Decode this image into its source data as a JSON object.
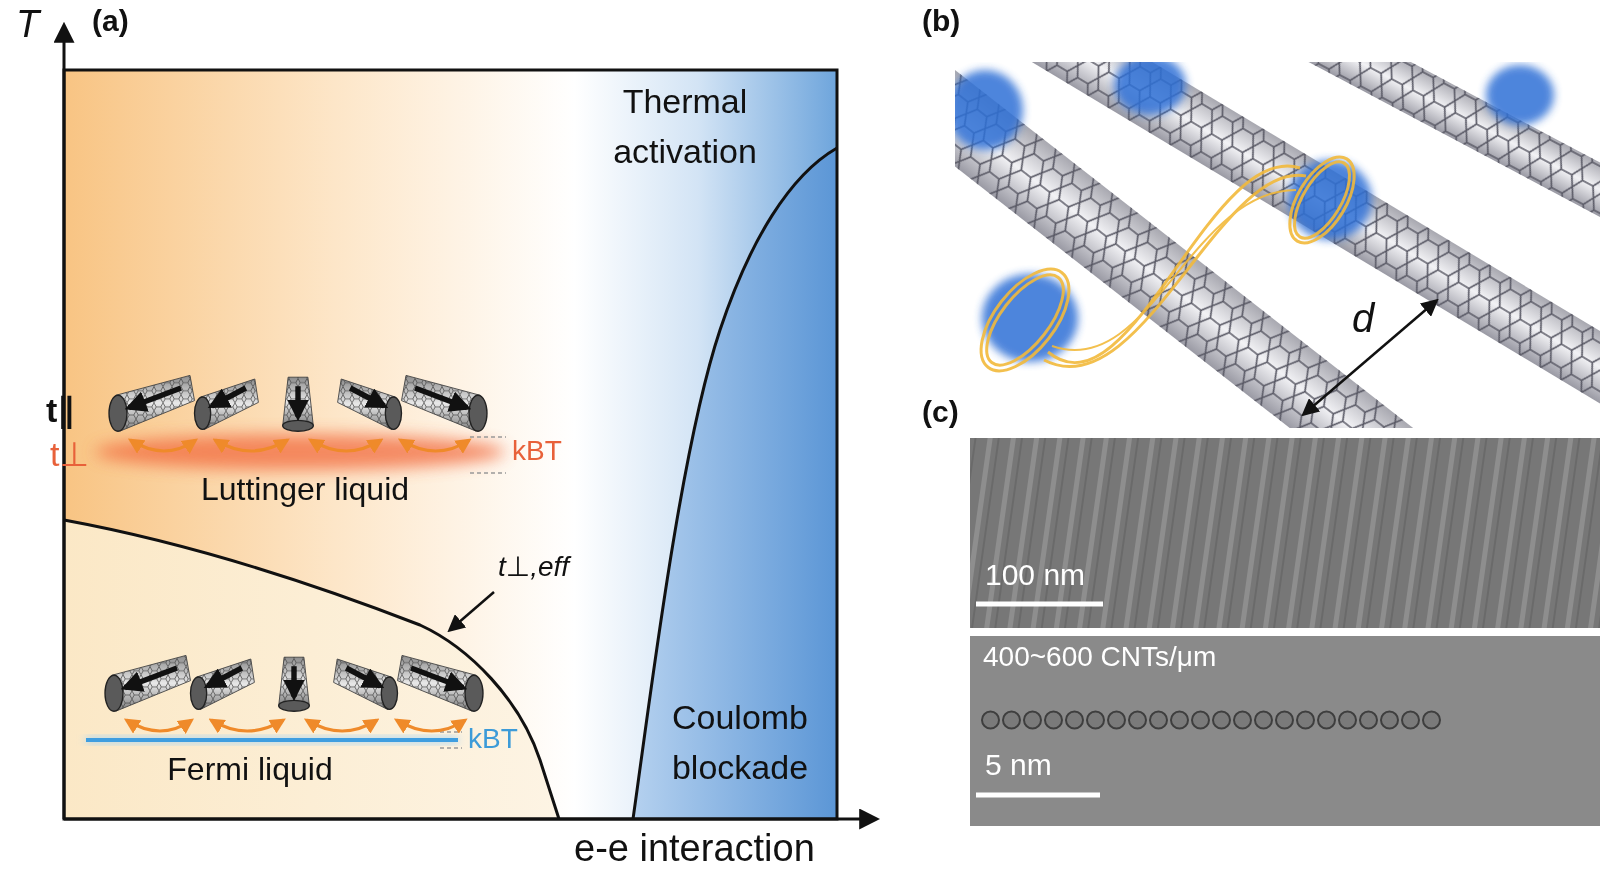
{
  "diagram": {
    "nodes": [
      {
        "text": [
          "Thermal activation"
        ]
      },
      {
        "text": [
          "Luttinger liquid"
        ]
      },
      {
        "text": [
          "Fermi liquid"
        ]
      },
      {
        "text": [
          "Coulomb blockade"
        ]
      }
    ],
    "labels": [
      "(a)",
      "T",
      "t∥",
      "t⊥",
      "kBT",
      "t⊥,eff",
      "kBT",
      "e-e interaction",
      "(b)",
      "d",
      "(c)",
      "100 nm",
      "400~600 CNTs/μm",
      "5 nm"
    ]
  }
}
